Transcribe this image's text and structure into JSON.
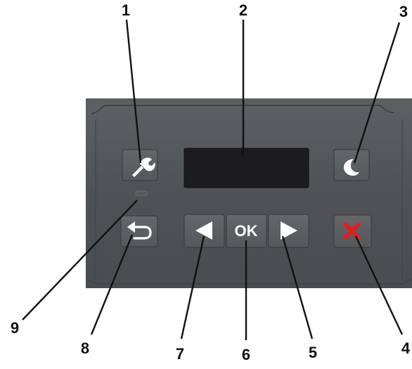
{
  "callouts": {
    "c1": "1",
    "c2": "2",
    "c3": "3",
    "c4": "4",
    "c5": "5",
    "c6": "6",
    "c7": "7",
    "c8": "8",
    "c9": "9"
  },
  "buttons": {
    "ok_label": "OK"
  },
  "icons": {
    "settings": "wrench-icon",
    "sleep": "moon-icon",
    "stop": "x-icon",
    "back": "back-arrow-icon",
    "left": "left-arrow-icon",
    "right": "right-arrow-icon"
  },
  "colors": {
    "panel": "#4e5154",
    "panel_border": "#6a6d70",
    "key": "#5a5d60",
    "display": "#1c1c1e",
    "glyph": "#ffffff",
    "stop_x": "#e0201c",
    "callout": "#111111"
  }
}
